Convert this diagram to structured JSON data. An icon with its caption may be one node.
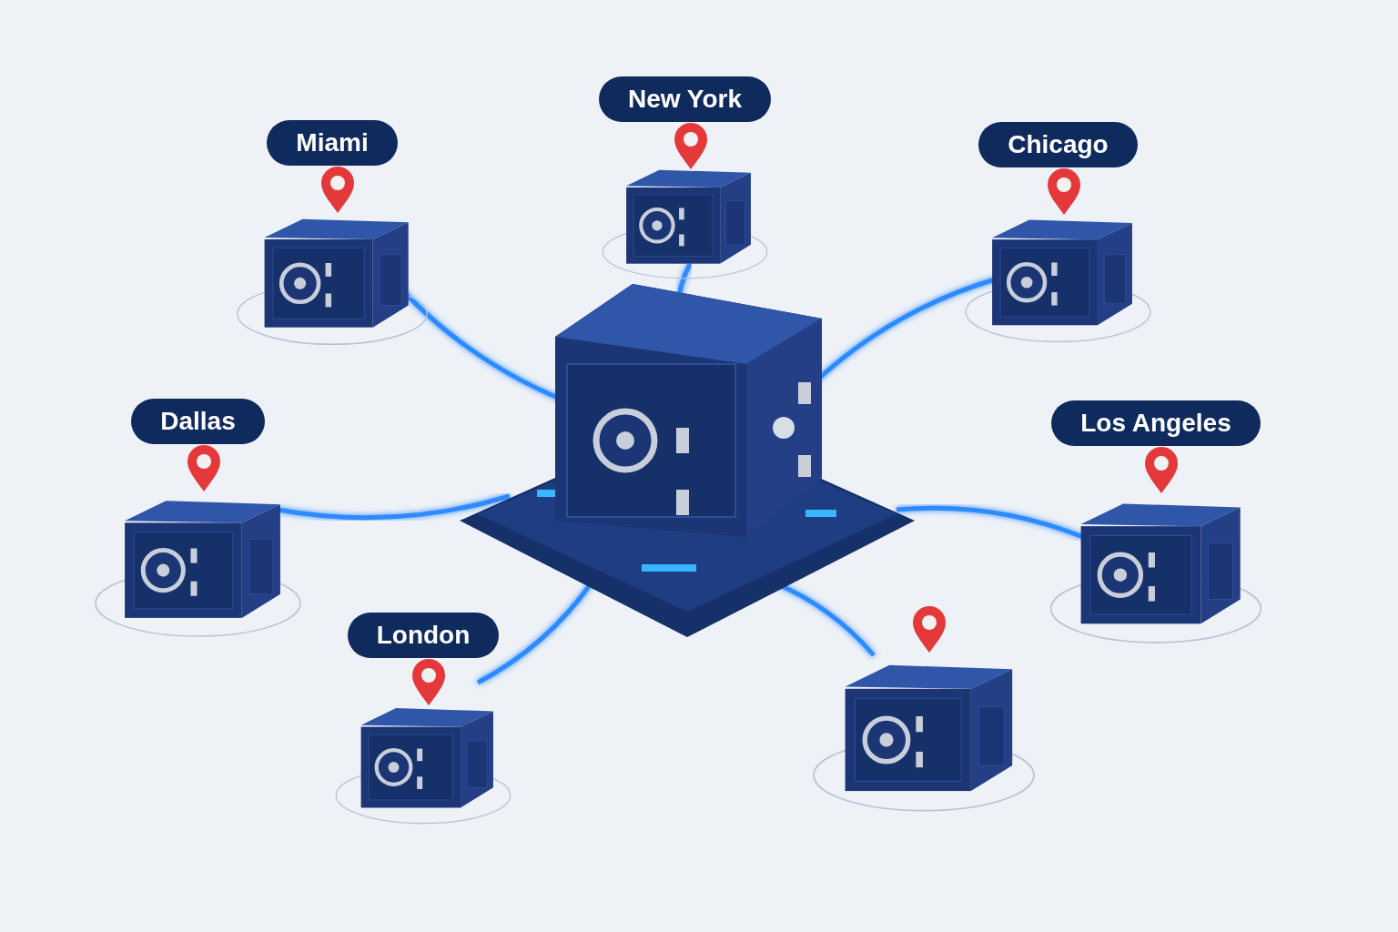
{
  "diagram": {
    "nodes": [
      {
        "text": [
          "New York"
        ]
      },
      {
        "text": [
          "Miami"
        ]
      },
      {
        "text": [
          "Chicago"
        ]
      },
      {
        "text": [],
        "shape": "picture"
      },
      {
        "text": [
          "Dallas"
        ]
      },
      {
        "text": [
          "Los Angeles"
        ]
      },
      {
        "text": [
          "London"
        ]
      },
      {
        "text": [],
        "shape": "picture"
      }
    ],
    "edges": [
      {
        "from": 3,
        "to": 0,
        "arrow": "none"
      },
      {
        "from": 3,
        "to": 1,
        "arrow": "none"
      },
      {
        "from": 3,
        "to": 2,
        "arrow": "none"
      },
      {
        "from": 3,
        "to": 4,
        "arrow": "none"
      },
      {
        "from": 3,
        "to": 5,
        "arrow": "none"
      },
      {
        "from": 3,
        "to": 6,
        "arrow": "none"
      },
      {
        "from": 3,
        "to": 7,
        "arrow": "none"
      }
    ]
  }
}
